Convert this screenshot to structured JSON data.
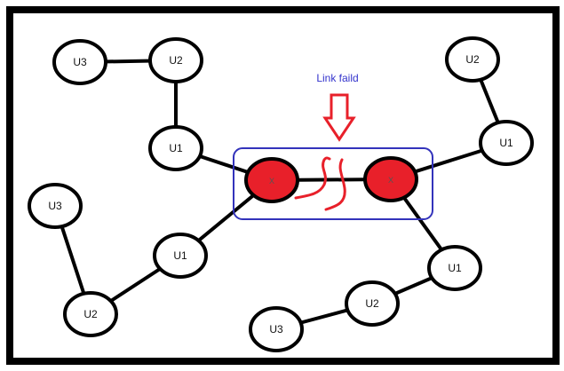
{
  "diagram": {
    "annotation": "Link faild",
    "colors": {
      "annotation": "#3333cc",
      "failed_node_fill": "#e8202a",
      "failure_marks": "#e8202a",
      "highlight_box": "#3333bb",
      "edge": "#000000",
      "border": "#000000"
    },
    "failed_nodes": [
      {
        "id": "A",
        "label": "X"
      },
      {
        "id": "B",
        "label": "X"
      }
    ],
    "nodes": [
      {
        "id": "tl_u3",
        "label": "U3"
      },
      {
        "id": "tl_u2",
        "label": "U2"
      },
      {
        "id": "tl_u1",
        "label": "U1"
      },
      {
        "id": "bl_u3",
        "label": "U3"
      },
      {
        "id": "bl_u1",
        "label": "U1"
      },
      {
        "id": "bl_u2",
        "label": "U2"
      },
      {
        "id": "tr_u2",
        "label": "U2"
      },
      {
        "id": "tr_u1",
        "label": "U1"
      },
      {
        "id": "br_u1",
        "label": "U1"
      },
      {
        "id": "br_u2",
        "label": "U2"
      },
      {
        "id": "br_u3",
        "label": "U3"
      }
    ],
    "edges": [
      [
        "tl_u3",
        "tl_u2"
      ],
      [
        "tl_u2",
        "tl_u1"
      ],
      [
        "tl_u1",
        "A"
      ],
      [
        "bl_u3",
        "bl_u2"
      ],
      [
        "bl_u2",
        "bl_u1"
      ],
      [
        "bl_u1",
        "A"
      ],
      [
        "tr_u2",
        "tr_u1"
      ],
      [
        "tr_u1",
        "B"
      ],
      [
        "br_u3",
        "br_u2"
      ],
      [
        "br_u2",
        "br_u1"
      ],
      [
        "br_u1",
        "B"
      ],
      [
        "A",
        "B"
      ]
    ]
  }
}
